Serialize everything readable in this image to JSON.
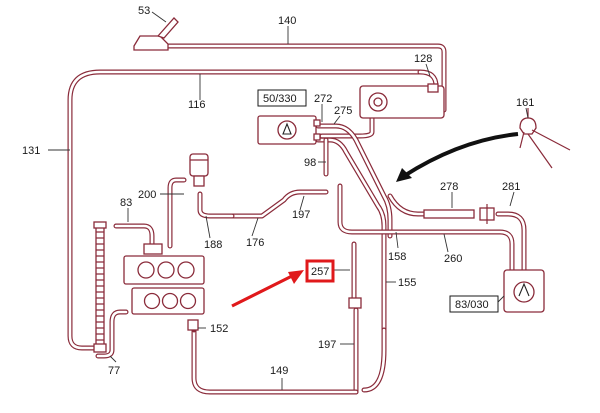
{
  "diagram": {
    "labels": {
      "l53": "53",
      "l140": "140",
      "l128": "128",
      "l116": "116",
      "l131": "131",
      "l50_330": "50/330",
      "l272": "272",
      "l275": "275",
      "l161": "161",
      "l98": "98",
      "l200": "200",
      "l83a": "83",
      "l188": "188",
      "l176": "176",
      "l197a": "197",
      "l278": "278",
      "l281": "281",
      "l158": "158",
      "l260": "260",
      "l257": "257",
      "l155": "155",
      "l83_030": "83/030",
      "l152": "152",
      "l197b": "197",
      "l149": "149",
      "l77": "77"
    },
    "colors": {
      "pipe": "#8a2b3a",
      "highlight_box": "#e0191b",
      "arrow": "#e0191b",
      "ink": "#1a1a1a"
    }
  }
}
